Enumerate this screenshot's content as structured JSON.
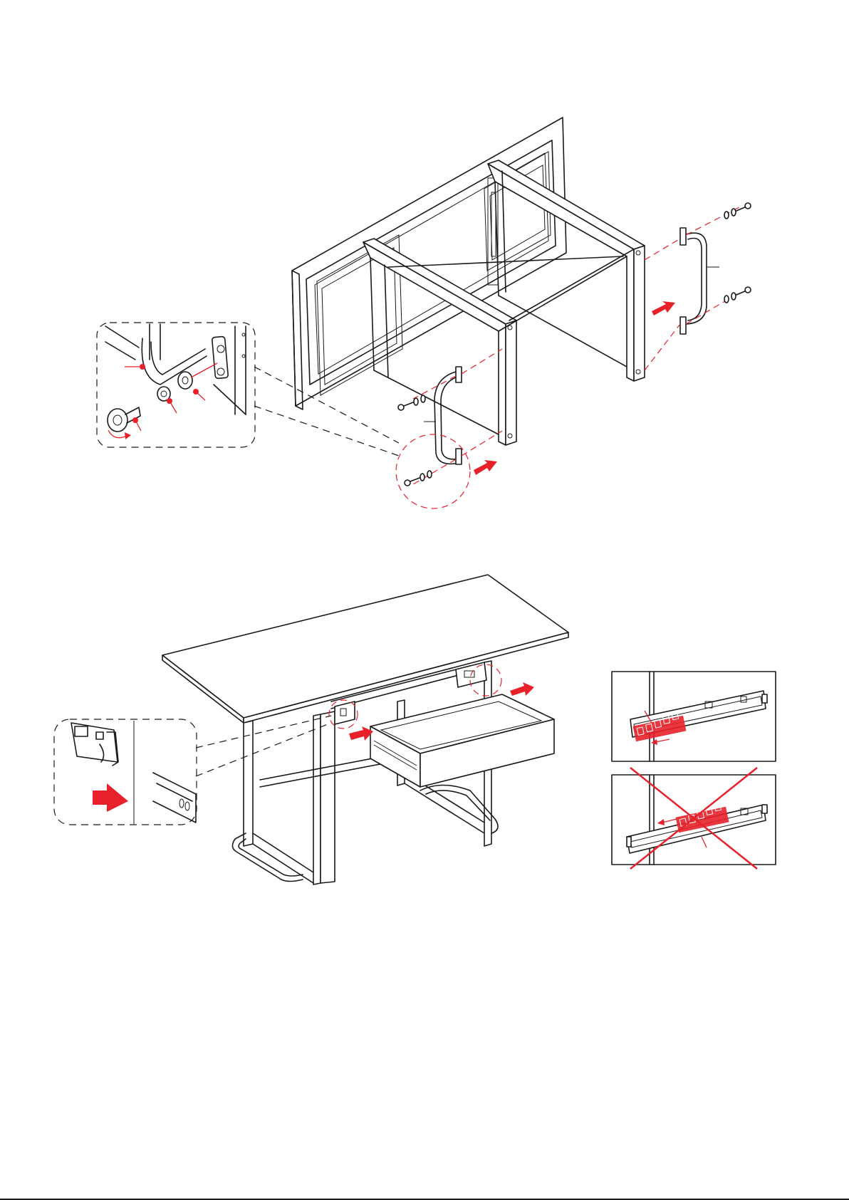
{
  "colors": {
    "line": "#1a1a1a",
    "accent": "#e8202a",
    "background": "#ffffff"
  },
  "steps": [
    {
      "id": "attach-footrests",
      "parts": [
        "desk-top-inverted",
        "left-frame",
        "right-frame",
        "footrest-bar-left",
        "footrest-bar-right",
        "bolt",
        "spring-washer",
        "flat-washer"
      ],
      "detail_inset": "bolt-washer-detail",
      "tool_icon": "allen-key-turn-icon"
    },
    {
      "id": "insert-drawer",
      "parts": [
        "desk-assembled",
        "drawer",
        "drawer-slide"
      ],
      "detail_inset": "slide-lock-detail",
      "check_panels": [
        {
          "id": "slide-correct",
          "state": "correct"
        },
        {
          "id": "slide-incorrect",
          "state": "incorrect"
        }
      ]
    }
  ]
}
